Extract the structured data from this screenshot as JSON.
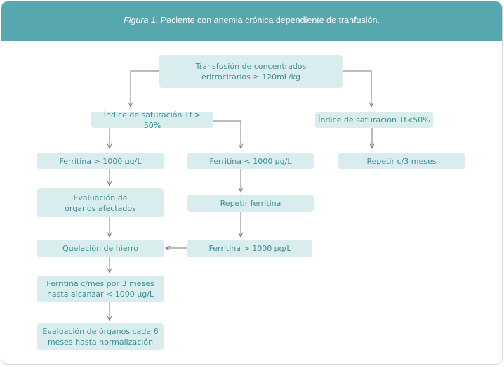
{
  "figure": {
    "label": "Figura 1.",
    "title": "Paciente con anemia crónica dependiente de tranfusión."
  },
  "colors": {
    "header": "#56a8ae",
    "node_fill": "#d9edef",
    "node_text": "#3d8f96",
    "arrow": "#777777"
  },
  "nodes": {
    "transfusion": "Transfusión de concentrados\neritrocitarios ≥ 120mL/kg",
    "sat_high": "Índice de saturación Tf > 50%",
    "sat_low": "Índice de saturación Tf<50%",
    "ferritin_high": "Ferritina > 1000 µg/L",
    "ferritin_low": "Ferritina < 1000 µg/L",
    "repeat_3m": "Repetir c/3 meses",
    "organ_eval": "Evaluación de\nórganos afectados",
    "repeat_ferritin": "Repetir ferritina",
    "chelation": "Quelación de hierro",
    "ferritin_high_2": "Ferritina > 1000 µg/L",
    "monthly_ferritin": "Ferritina c/mes por 3 meses\nhasta alcanzar < 1000 µg/L",
    "organ_eval_6m": "Evaluación de órganos cada 6\nmeses hasta normalización"
  }
}
